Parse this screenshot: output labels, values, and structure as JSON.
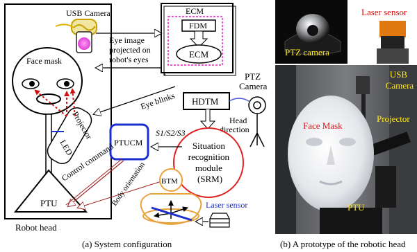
{
  "left_panel": {
    "caption": "(a) System configuration",
    "labels": {
      "usb_camera": "USB Camera",
      "face_mask": "Face mask",
      "robot_head": "Robot head",
      "projector": "Projector",
      "led": "LED",
      "control_command": "Control command",
      "ptu": "PTU",
      "eye_image": [
        "Eye image",
        "projected on",
        "robot's eyes"
      ],
      "ecm_title": "ECM",
      "fdm": "FDM",
      "ecm_inner": "ECM",
      "eye_blinks": "Eye blinks",
      "hdtm": "HDTM",
      "ptz_camera": [
        "PTZ",
        "Camera"
      ],
      "head_direction": [
        "Head",
        "direction"
      ],
      "s123": "S1/S2/S3",
      "ptucm": "PTUCM",
      "srm": [
        "Situation",
        "recognition",
        "module",
        "(SRM)"
      ],
      "body_orientation": "Body orientation",
      "btm": "BTM",
      "laser_sensor": "Laser sensor"
    },
    "colors": {
      "ptucm_border": "#1a2fd0",
      "srm_border": "#e02020",
      "btm_body": "#e8a23a",
      "laser_label": "#1a2fd0",
      "red_arrows": "#d01010",
      "ecm_dashed": "#e020c0"
    }
  },
  "right_panel": {
    "caption": "(b) A prototype of the robotic head",
    "labels": {
      "ptz_camera": "PTZ camera",
      "laser_sensor": "Laser sensor",
      "usb_camera": [
        "USB",
        "Camera"
      ],
      "projector": "Projector",
      "face_mask": "Face Mask",
      "ptu": "PTU"
    },
    "colors": {
      "yellow_label": "#ffe81a",
      "red_label": "#e01010"
    }
  }
}
